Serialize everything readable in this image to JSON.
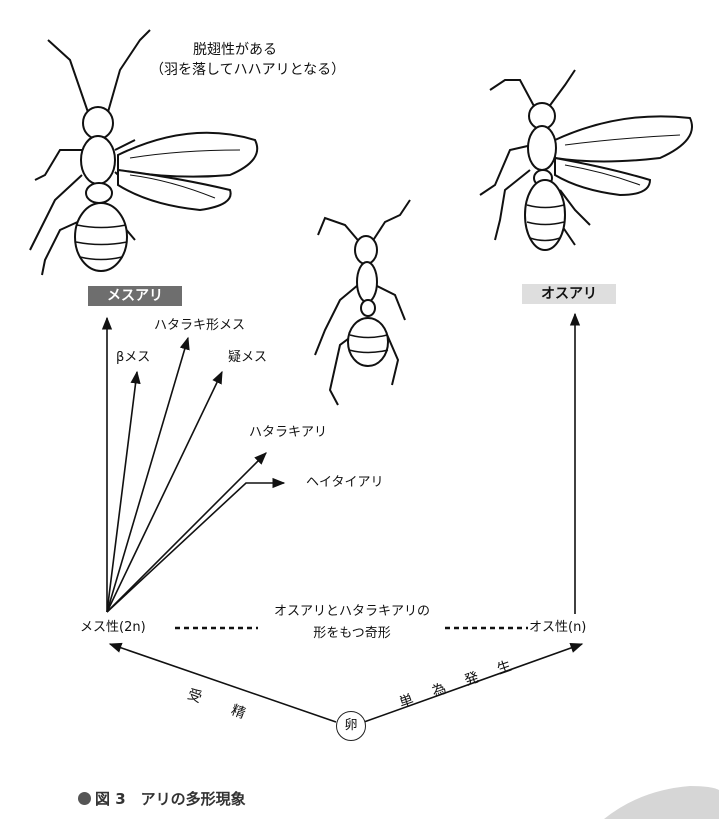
{
  "note": {
    "line1": "脱翅性がある",
    "line2": "（羽を落してハハアリとなる）"
  },
  "female_box": "メスアリ",
  "male_box": "オスアリ",
  "forms": {
    "beta": "βメス",
    "worker_type_female": "ハタラキ形メス",
    "pseudo_female": "疑メス",
    "worker": "ハタラキアリ",
    "soldier": "ヘイタイアリ"
  },
  "female_sex": "メス性(2n)",
  "male_sex": "オス性(n)",
  "intermorph": {
    "line1": "オスアリとハタラキアリの",
    "line2": "形をもつ奇形"
  },
  "fertilization": "受 精",
  "parthenogenesis": "単 為 発 生",
  "egg": "卵",
  "caption": "図 3　アリの多形現象",
  "colors": {
    "dark_box": "#6e6e6e",
    "light_box": "#dedede",
    "ink": "#111111"
  }
}
